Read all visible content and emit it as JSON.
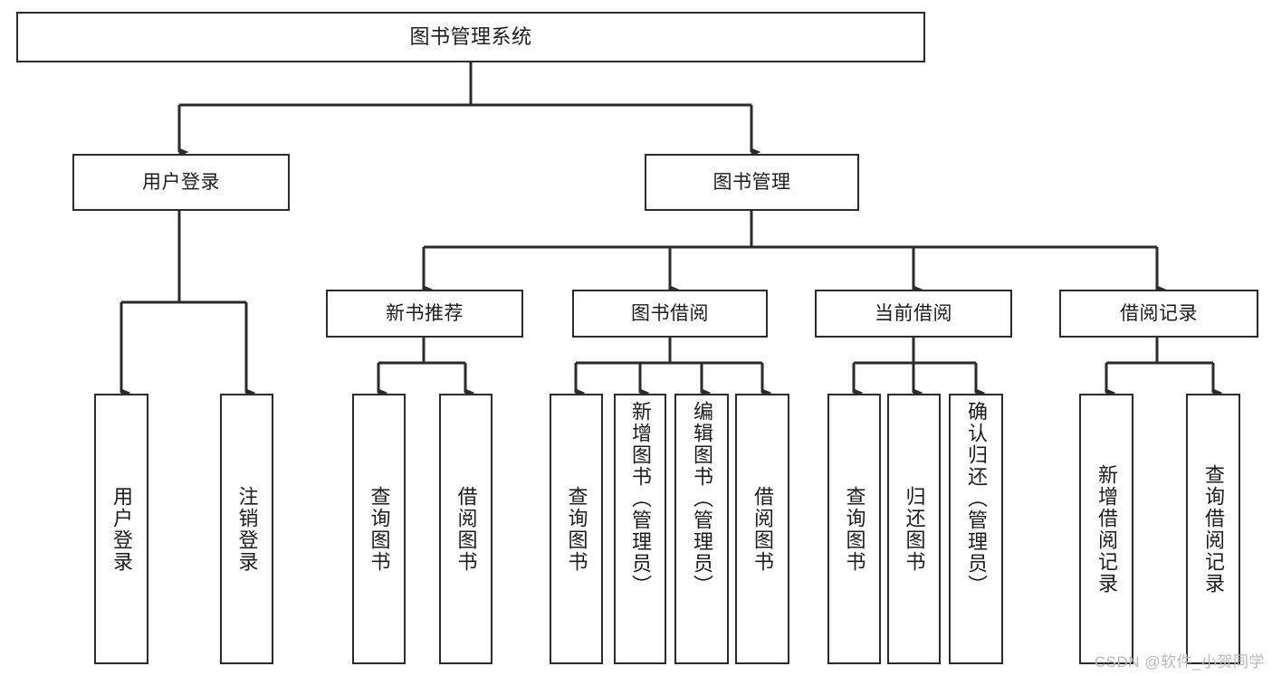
{
  "diagram": {
    "title": "图书管理系统",
    "type": "hierarchy-tree",
    "root": {
      "id": "root",
      "label": "图书管理系统"
    },
    "level2": [
      {
        "id": "user-login",
        "label": "用户登录"
      },
      {
        "id": "book-manage",
        "label": "图书管理"
      }
    ],
    "level3": [
      {
        "id": "new-book-recommend",
        "label": "新书推荐"
      },
      {
        "id": "book-borrow",
        "label": "图书借阅"
      },
      {
        "id": "current-borrow",
        "label": "当前借阅"
      },
      {
        "id": "borrow-record",
        "label": "借阅记录"
      }
    ],
    "leaves": {
      "user_login": [
        {
          "id": "leaf-user-login",
          "label": "用户登录"
        },
        {
          "id": "leaf-logout-login",
          "label": "注销登录"
        }
      ],
      "new_book_recommend": [
        {
          "id": "leaf-query-book-1",
          "label": "查询图书"
        },
        {
          "id": "leaf-borrow-book-1",
          "label": "借阅图书"
        }
      ],
      "book_borrow": [
        {
          "id": "leaf-query-book-2",
          "label": "查询图书"
        },
        {
          "id": "leaf-add-book",
          "label": "新增图书（管理员）"
        },
        {
          "id": "leaf-edit-book",
          "label": "编辑图书（管理员）"
        },
        {
          "id": "leaf-borrow-book-2",
          "label": "借阅图书"
        }
      ],
      "current_borrow": [
        {
          "id": "leaf-query-book-3",
          "label": "查询图书"
        },
        {
          "id": "leaf-return-book",
          "label": "归还图书"
        },
        {
          "id": "leaf-confirm-return",
          "label": "确认归还（管理员）"
        }
      ],
      "borrow_record": [
        {
          "id": "leaf-add-record",
          "label": "新增借阅记录"
        },
        {
          "id": "leaf-query-record",
          "label": "查询借阅记录"
        }
      ]
    },
    "colors": {
      "stroke": "#2b2b2b",
      "background": "#ffffff",
      "text": "#1c1c1c",
      "watermark": "#b9b9b9"
    }
  },
  "watermark": {
    "text": "CSDN @软件_小贺同学"
  }
}
